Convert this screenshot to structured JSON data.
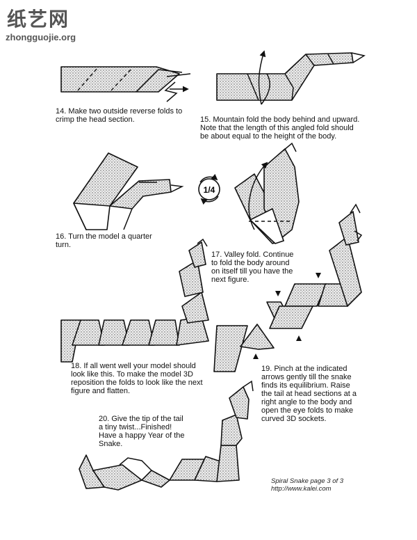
{
  "watermark": {
    "chinese": "纸艺网",
    "url": "zhongguojie.org"
  },
  "steps": {
    "s14": "14. Make two outside reverse folds to\ncrimp the head section.",
    "s15": "15. Mountain fold the body behind and upward.\nNote that the length of this angled fold should\nbe about equal to the height of the body.",
    "s16": "16. Turn the model a quarter\nturn.",
    "s17": "17. Valley fold. Continue\nto fold the body around\non itself till you have the\nnext figure.",
    "s18": "18. If all went well your model should\nlook like this. To make the model 3D\nreposition the folds to look like the next\nfigure and flatten.",
    "s19": "19. Pinch at the indicated\narrows gently till the snake\nfinds its equilibrium. Raise\nthe tail at head sections at a\nright angle to the body and\nopen the eye folds to make\ncurved 3D sockets.",
    "s20": "20. Give the tip of the tail\na tiny twist...Finished!\nHave a happy Year of the\nSnake."
  },
  "turn_label": "1/4",
  "footer": "Spiral Snake  page 3 of 3\nhttp://www.kalei.com"
}
